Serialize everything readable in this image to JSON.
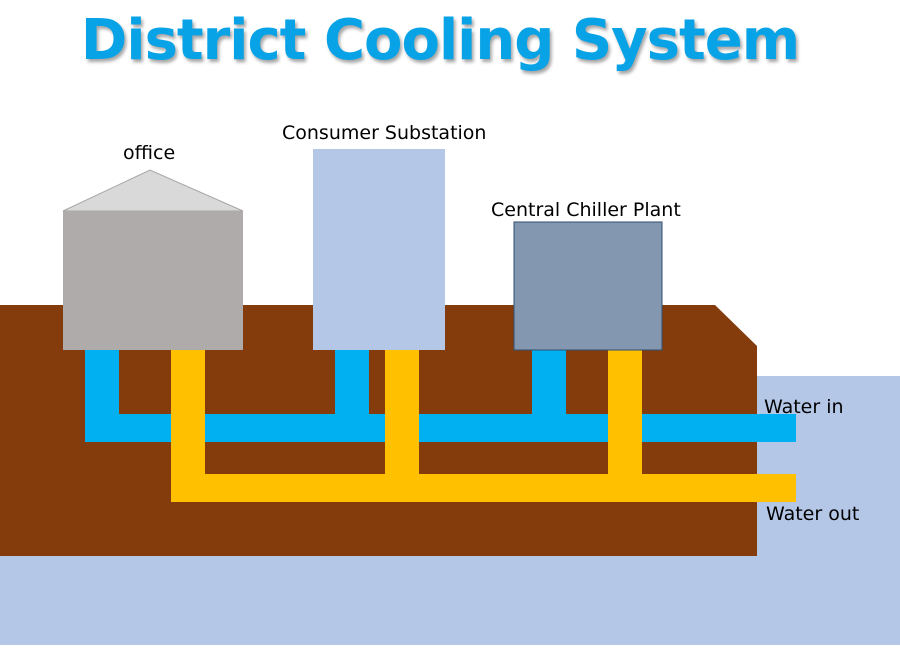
{
  "title": "District Cooling System",
  "labels": {
    "office": "office",
    "consumer_substation": "Consumer Substation",
    "central_chiller_plant": "Central Chiller Plant",
    "water_in": "Water in",
    "water_out": "Water out"
  },
  "colors": {
    "title": "#08a3e6",
    "ground": "#843c0c",
    "water_body": "#b4c7e7",
    "chilled_pipe": "#00b0f0",
    "return_pipe": "#ffc000",
    "office_wall": "#afabab",
    "office_roof": "#d9d9d9",
    "substation": "#b4c7e7",
    "chiller_plant": "#8497b0"
  }
}
